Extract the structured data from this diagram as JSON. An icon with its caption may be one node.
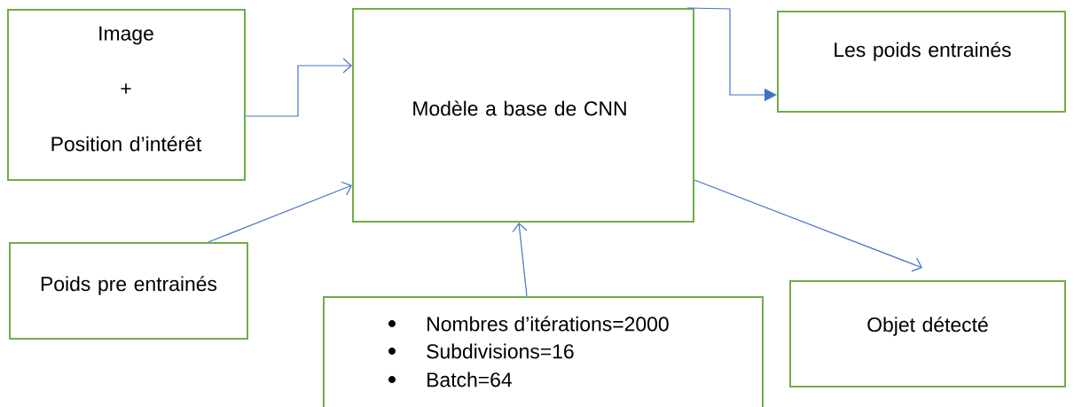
{
  "diagram": {
    "nodes": [
      {
        "text": [
          "Image",
          "+",
          "Position d’intérêt"
        ]
      },
      {
        "text": [
          "Modèle a base de CNN"
        ]
      },
      {
        "text": [
          "Les poids entrainés"
        ]
      },
      {
        "text": [
          "Poids pre entrainés"
        ]
      },
      {
        "text": [
          "Nombres d’itérations=2000",
          "Subdivisions=16",
          "Batch=64"
        ]
      },
      {
        "text": [
          "Objet détecté"
        ]
      }
    ],
    "edges": [
      {
        "from": 0,
        "to": 1,
        "arrow": "to"
      },
      {
        "from": 3,
        "to": 1,
        "arrow": "to"
      },
      {
        "from": 4,
        "to": 1,
        "arrow": "to"
      },
      {
        "from": 1,
        "to": 2,
        "arrow": "to"
      },
      {
        "from": 1,
        "to": 5,
        "arrow": "to"
      }
    ]
  }
}
